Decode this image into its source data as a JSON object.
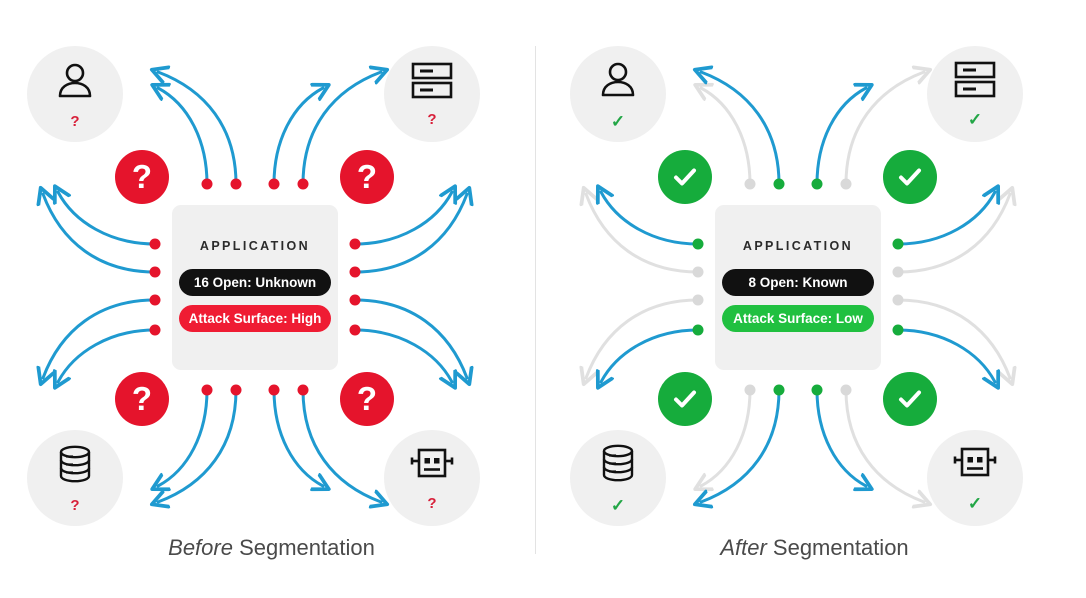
{
  "diagram": {
    "title": "Network segmentation before and after comparison",
    "colors": {
      "blue": "#1f9ad0",
      "red": "#e5142c",
      "red_pill": "#ef1c33",
      "green": "#16ac3c",
      "green_pill": "#20c040",
      "grey_flow": "#e0e0e0",
      "node_bg": "#f0f0f0",
      "card_bg": "#f0f0f0",
      "divider": "#e3e3e3",
      "dark_pill": "#111111"
    },
    "divider": "vertical-divider"
  },
  "panels": [
    {
      "id": "before",
      "caption_emphasis": "Before",
      "caption_rest": " Segmentation",
      "card": {
        "title": "APPLICATION",
        "pills": [
          {
            "label": "16 Open: Unknown",
            "style": "dark"
          },
          {
            "label": "Attack Surface: High",
            "style": "red"
          }
        ]
      },
      "nodes": [
        {
          "position": "top-left",
          "icon": "user-icon",
          "mark": "?",
          "mark_state": "unknown"
        },
        {
          "position": "top-right",
          "icon": "server-icon",
          "mark": "?",
          "mark_state": "unknown"
        },
        {
          "position": "bottom-left",
          "icon": "database-icon",
          "mark": "?",
          "mark_state": "unknown"
        },
        {
          "position": "bottom-right",
          "icon": "robot-icon",
          "mark": "?",
          "mark_state": "unknown"
        }
      ],
      "badges": [
        {
          "position": "top-left",
          "symbol": "?",
          "style": "red"
        },
        {
          "position": "top-right",
          "symbol": "?",
          "style": "red"
        },
        {
          "position": "bottom-left",
          "symbol": "?",
          "style": "red"
        },
        {
          "position": "bottom-right",
          "symbol": "?",
          "style": "red"
        }
      ],
      "flow_summary": {
        "total_flows": 16,
        "allowed_flows": 16,
        "blocked_flows": 0,
        "flow_color": "blue",
        "dot_color": "red"
      }
    },
    {
      "id": "after",
      "caption_emphasis": "After",
      "caption_rest": " Segmentation",
      "card": {
        "title": "APPLICATION",
        "pills": [
          {
            "label": "8 Open: Known",
            "style": "dark"
          },
          {
            "label": "Attack Surface: Low",
            "style": "green"
          }
        ]
      },
      "nodes": [
        {
          "position": "top-left",
          "icon": "user-icon",
          "mark": "✓",
          "mark_state": "known"
        },
        {
          "position": "top-right",
          "icon": "server-icon",
          "mark": "✓",
          "mark_state": "known"
        },
        {
          "position": "bottom-left",
          "icon": "database-icon",
          "mark": "✓",
          "mark_state": "known"
        },
        {
          "position": "bottom-right",
          "icon": "robot-icon",
          "mark": "✓",
          "mark_state": "known"
        }
      ],
      "badges": [
        {
          "position": "top-left",
          "symbol": "✓",
          "style": "green"
        },
        {
          "position": "top-right",
          "symbol": "✓",
          "style": "green"
        },
        {
          "position": "bottom-left",
          "symbol": "✓",
          "style": "green"
        },
        {
          "position": "bottom-right",
          "symbol": "✓",
          "style": "green"
        }
      ],
      "flow_summary": {
        "total_flows": 16,
        "allowed_flows": 8,
        "blocked_flows": 8,
        "flow_color": "blue",
        "blocked_color": "grey",
        "dot_color": "green"
      }
    }
  ]
}
